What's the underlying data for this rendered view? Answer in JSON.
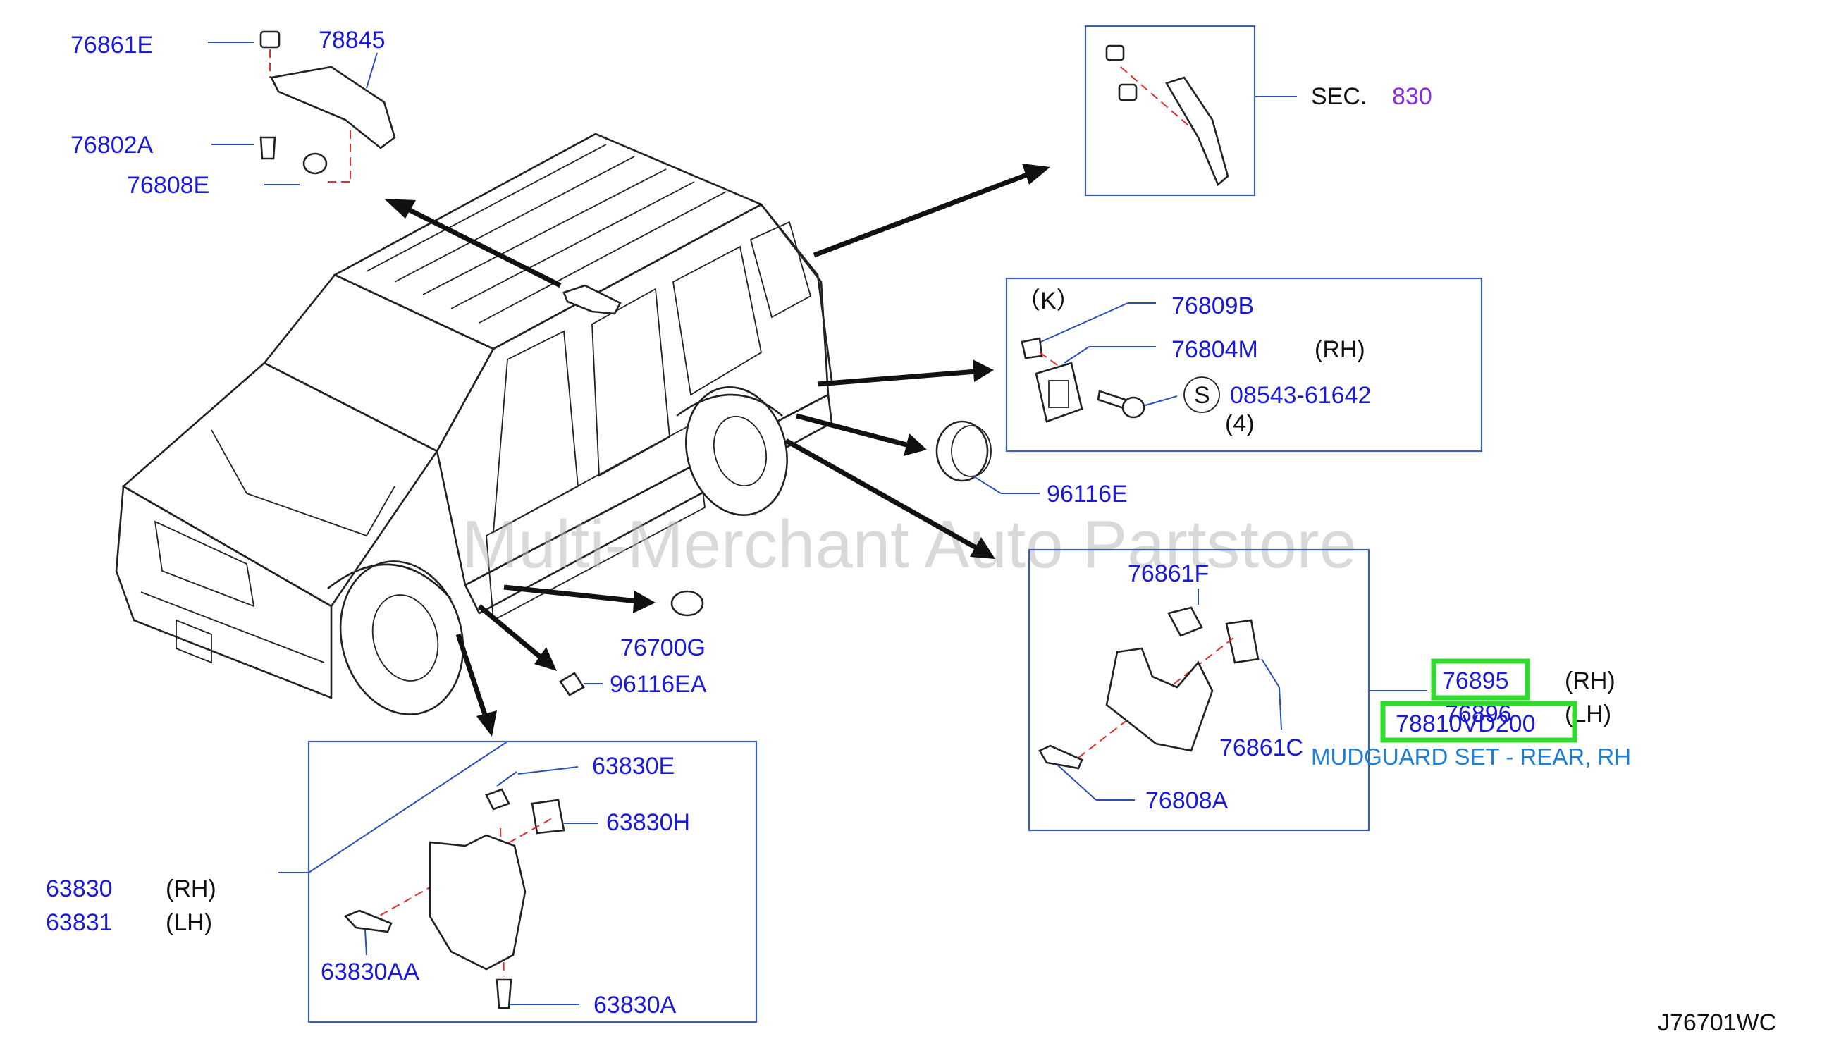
{
  "labels": {
    "p76861E": "76861E",
    "p78845": "78845",
    "p76802A": "76802A",
    "p76808E": "76808E",
    "sec": "SEC.",
    "sec_num": "830",
    "k": "（K）",
    "p76809B": "76809B",
    "p76804M": "76804M",
    "rh1": "(RH)",
    "s_symbol": "S",
    "p08543": "08543-61642",
    "qty4": "(4)",
    "p96116E": "96116E",
    "p76861F": "76861F",
    "p76861C": "76861C",
    "p76808A": "76808A",
    "p76895": "76895",
    "rh2": "(RH)",
    "p76896": "76896",
    "lh2": "(LH)",
    "p78810": "78810VD200",
    "mudguard_link": "MUDGUARD SET - REAR, RH",
    "p76700G": "76700G",
    "p96116EA": "96116EA",
    "p63830E": "63830E",
    "p63830H": "63830H",
    "p63830": "63830",
    "rh3": "(RH)",
    "p63831": "63831",
    "lh3": "(LH)",
    "p63830AA": "63830AA",
    "p63830A": "63830A",
    "diagram_code": "J76701WC"
  },
  "watermark": "Multi-Merchant Auto Partstore",
  "colors": {
    "part_number": "#1a1adb",
    "section_number": "#8a2be2",
    "link_text": "#1e7fd6",
    "highlight": "#2fdc2f",
    "dashed_axis": "#e03030"
  }
}
